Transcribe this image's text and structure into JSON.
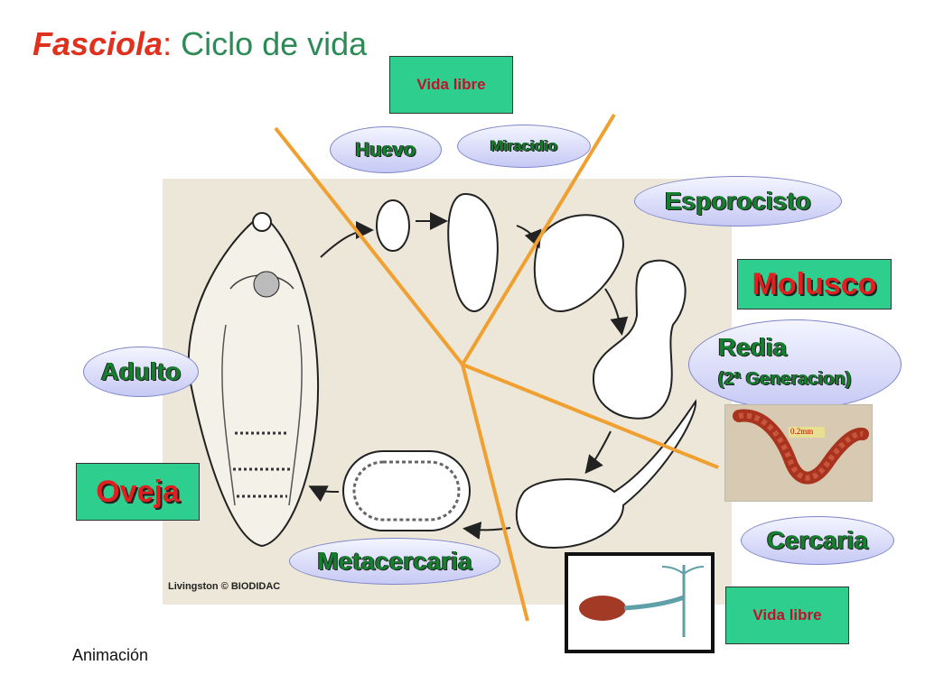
{
  "title": {
    "genus": "Fasciola",
    "separator": ":",
    "rest": " Ciclo de vida"
  },
  "credit": "Livingston © BIODIDAC",
  "footer": "Animación",
  "boxes": {
    "vida_libre_top": "Vida libre",
    "vida_libre_bottom": "Vida libre",
    "molusco": "Molusco",
    "oveja": "Oveja"
  },
  "stages": {
    "huevo": "Huevo",
    "miracidio": "Miracidio",
    "esporocisto": "Esporocisto",
    "redia": "Redia",
    "redia_sub": "(2ª Generacion)",
    "adulto": "Adulto",
    "cercaria": "Cercaria",
    "metacercaria": "Metacercaria"
  },
  "photo_scale": "0.2mm",
  "colors": {
    "title_accent": "#e0301e",
    "title_text": "#2e8b57",
    "box_fill": "#2ecf8e",
    "stage_text": "#14802e",
    "divider_lines": "#f0a030"
  }
}
